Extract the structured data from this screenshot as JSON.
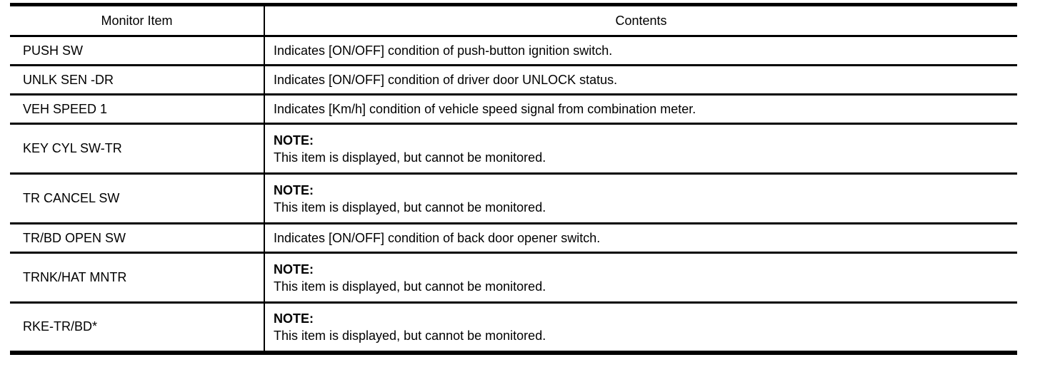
{
  "table": {
    "headers": {
      "monitor_item": "Monitor Item",
      "contents": "Contents"
    },
    "note_label": "NOTE:",
    "rows": [
      {
        "item": "PUSH SW",
        "type": "plain",
        "text": "Indicates [ON/OFF] condition of push-button ignition switch."
      },
      {
        "item": "UNLK SEN -DR",
        "type": "plain",
        "text": "Indicates [ON/OFF] condition of driver door UNLOCK status."
      },
      {
        "item": "VEH SPEED 1",
        "type": "plain",
        "text": "Indicates [Km/h] condition of vehicle speed signal from combination meter."
      },
      {
        "item": "KEY CYL SW-TR",
        "type": "note",
        "text": "This item is displayed, but cannot be monitored."
      },
      {
        "item": "TR CANCEL SW",
        "type": "note",
        "text": "This item is displayed, but cannot be monitored."
      },
      {
        "item": "TR/BD OPEN SW",
        "type": "plain",
        "text": "Indicates [ON/OFF] condition of back door opener switch."
      },
      {
        "item": "TRNK/HAT MNTR",
        "type": "note",
        "text": "This item is displayed, but cannot be monitored."
      },
      {
        "item": "RKE-TR/BD*",
        "type": "note",
        "text": "This item is displayed, but cannot be monitored."
      }
    ],
    "colors": {
      "border": "#000000",
      "text": "#000000",
      "background": "#ffffff"
    }
  }
}
